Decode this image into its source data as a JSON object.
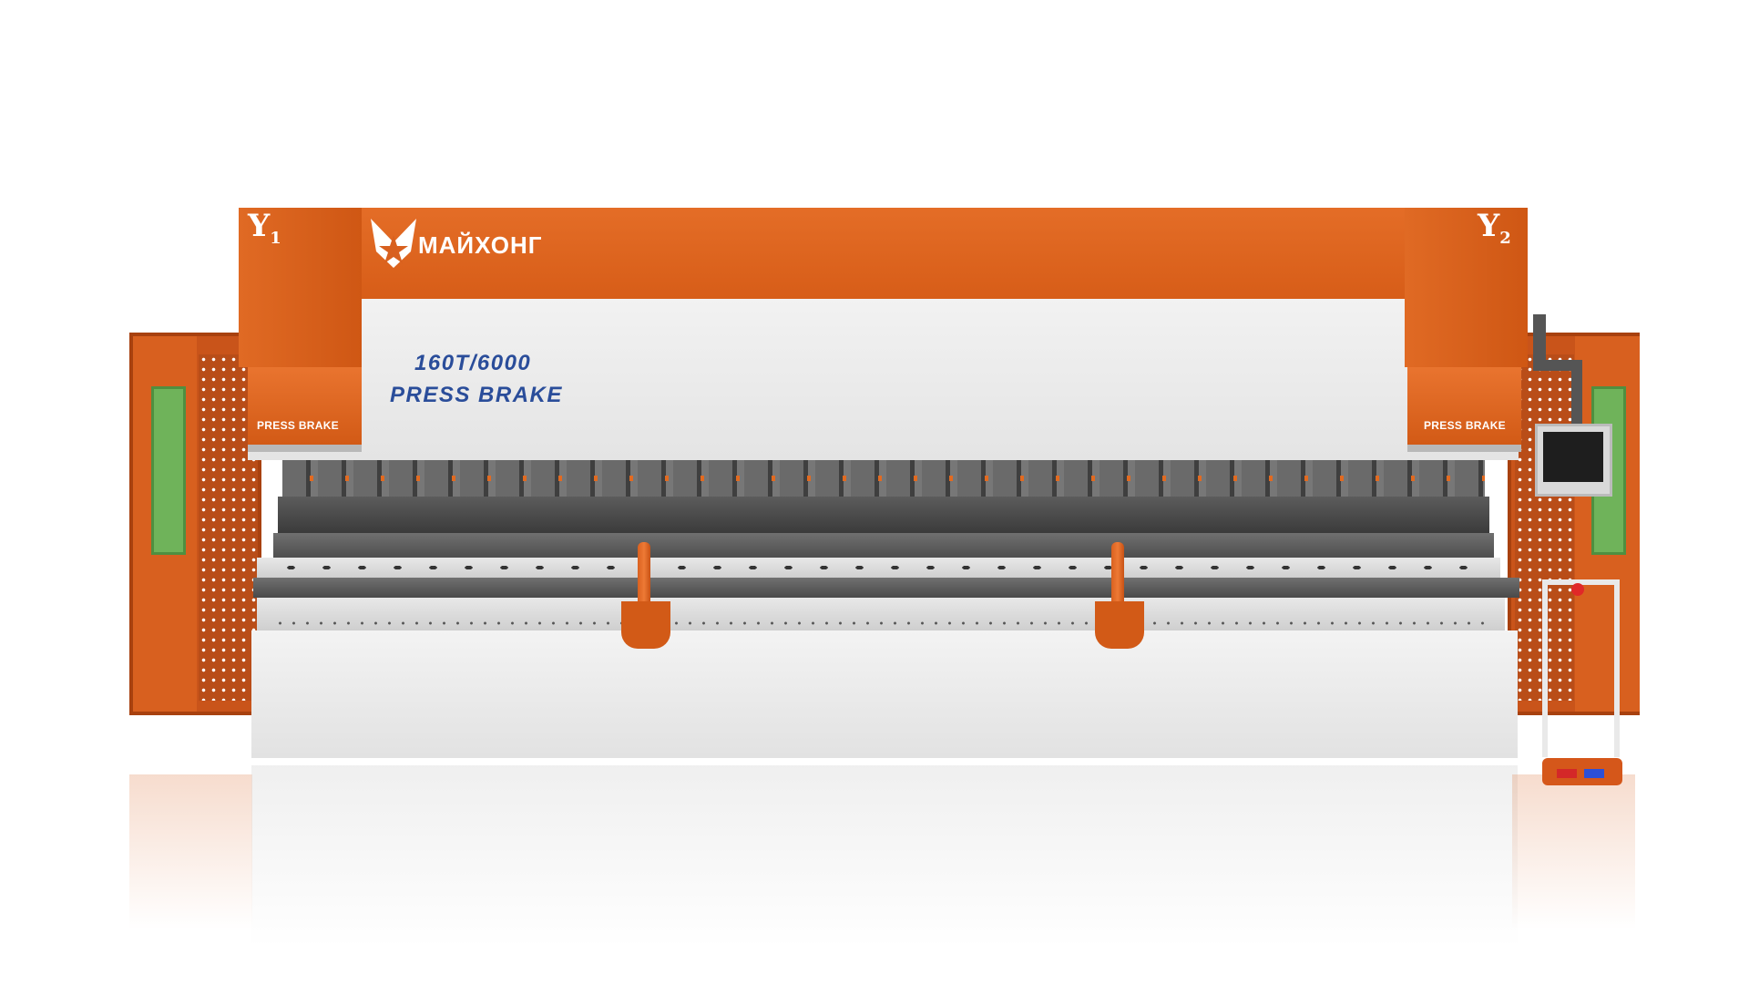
{
  "machine": {
    "brand_name": "МАЙХОНГ",
    "logo_icon": "star-m-logo-icon",
    "cylinder_left_label": "Y",
    "cylinder_left_index": "1",
    "cylinder_right_label": "Y",
    "cylinder_right_index": "2",
    "model_number": "160T/6000",
    "model_name": "PRESS BRAKE",
    "cheek_left_label": "PRESS BRAKE",
    "cheek_right_label": "PRESS BRAKE"
  },
  "colors": {
    "frame_orange": "#d8601f",
    "model_text_blue": "#2a4d9a",
    "guard_window_green": "#6fb35a",
    "ram_white": "#eeeeee",
    "tooling_grey": "#5a5a5a"
  }
}
